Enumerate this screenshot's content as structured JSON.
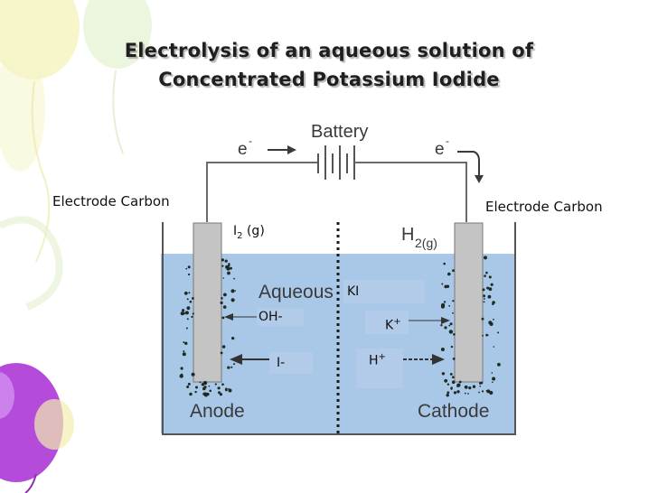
{
  "title": {
    "line1": "Electrolysis of an aqueous solution of",
    "line2": "Concentrated Potassium Iodide"
  },
  "battery": {
    "label": "Battery"
  },
  "electrons": {
    "left": "e",
    "right": "e",
    "charge": "-"
  },
  "electrodes": {
    "left_label": "Electrode Carbon",
    "right_label": "Electrode Carbon"
  },
  "gases": {
    "iodine": {
      "symbol": "I",
      "sub": "2",
      "state": " (g)"
    },
    "hydrogen": {
      "symbol": "H",
      "sub": "2(g)"
    }
  },
  "solution": {
    "aqueous": "Aqueous",
    "compound": "KI"
  },
  "ions": {
    "oh": "OH-",
    "iodide": "I-",
    "potassium": {
      "symbol": "K",
      "charge": "+"
    },
    "hydrogen": {
      "symbol": "H",
      "charge": "+"
    }
  },
  "terminals": {
    "anode": "Anode",
    "cathode": "Cathode"
  },
  "colors": {
    "water": "#a9c8e8",
    "electrode": "#c4c4c4",
    "wire": "#6a6a6a",
    "balloon_purple": "#b34ad9",
    "balloon_yellow": "#f3efb0",
    "balloon_green": "#dbeec2"
  }
}
